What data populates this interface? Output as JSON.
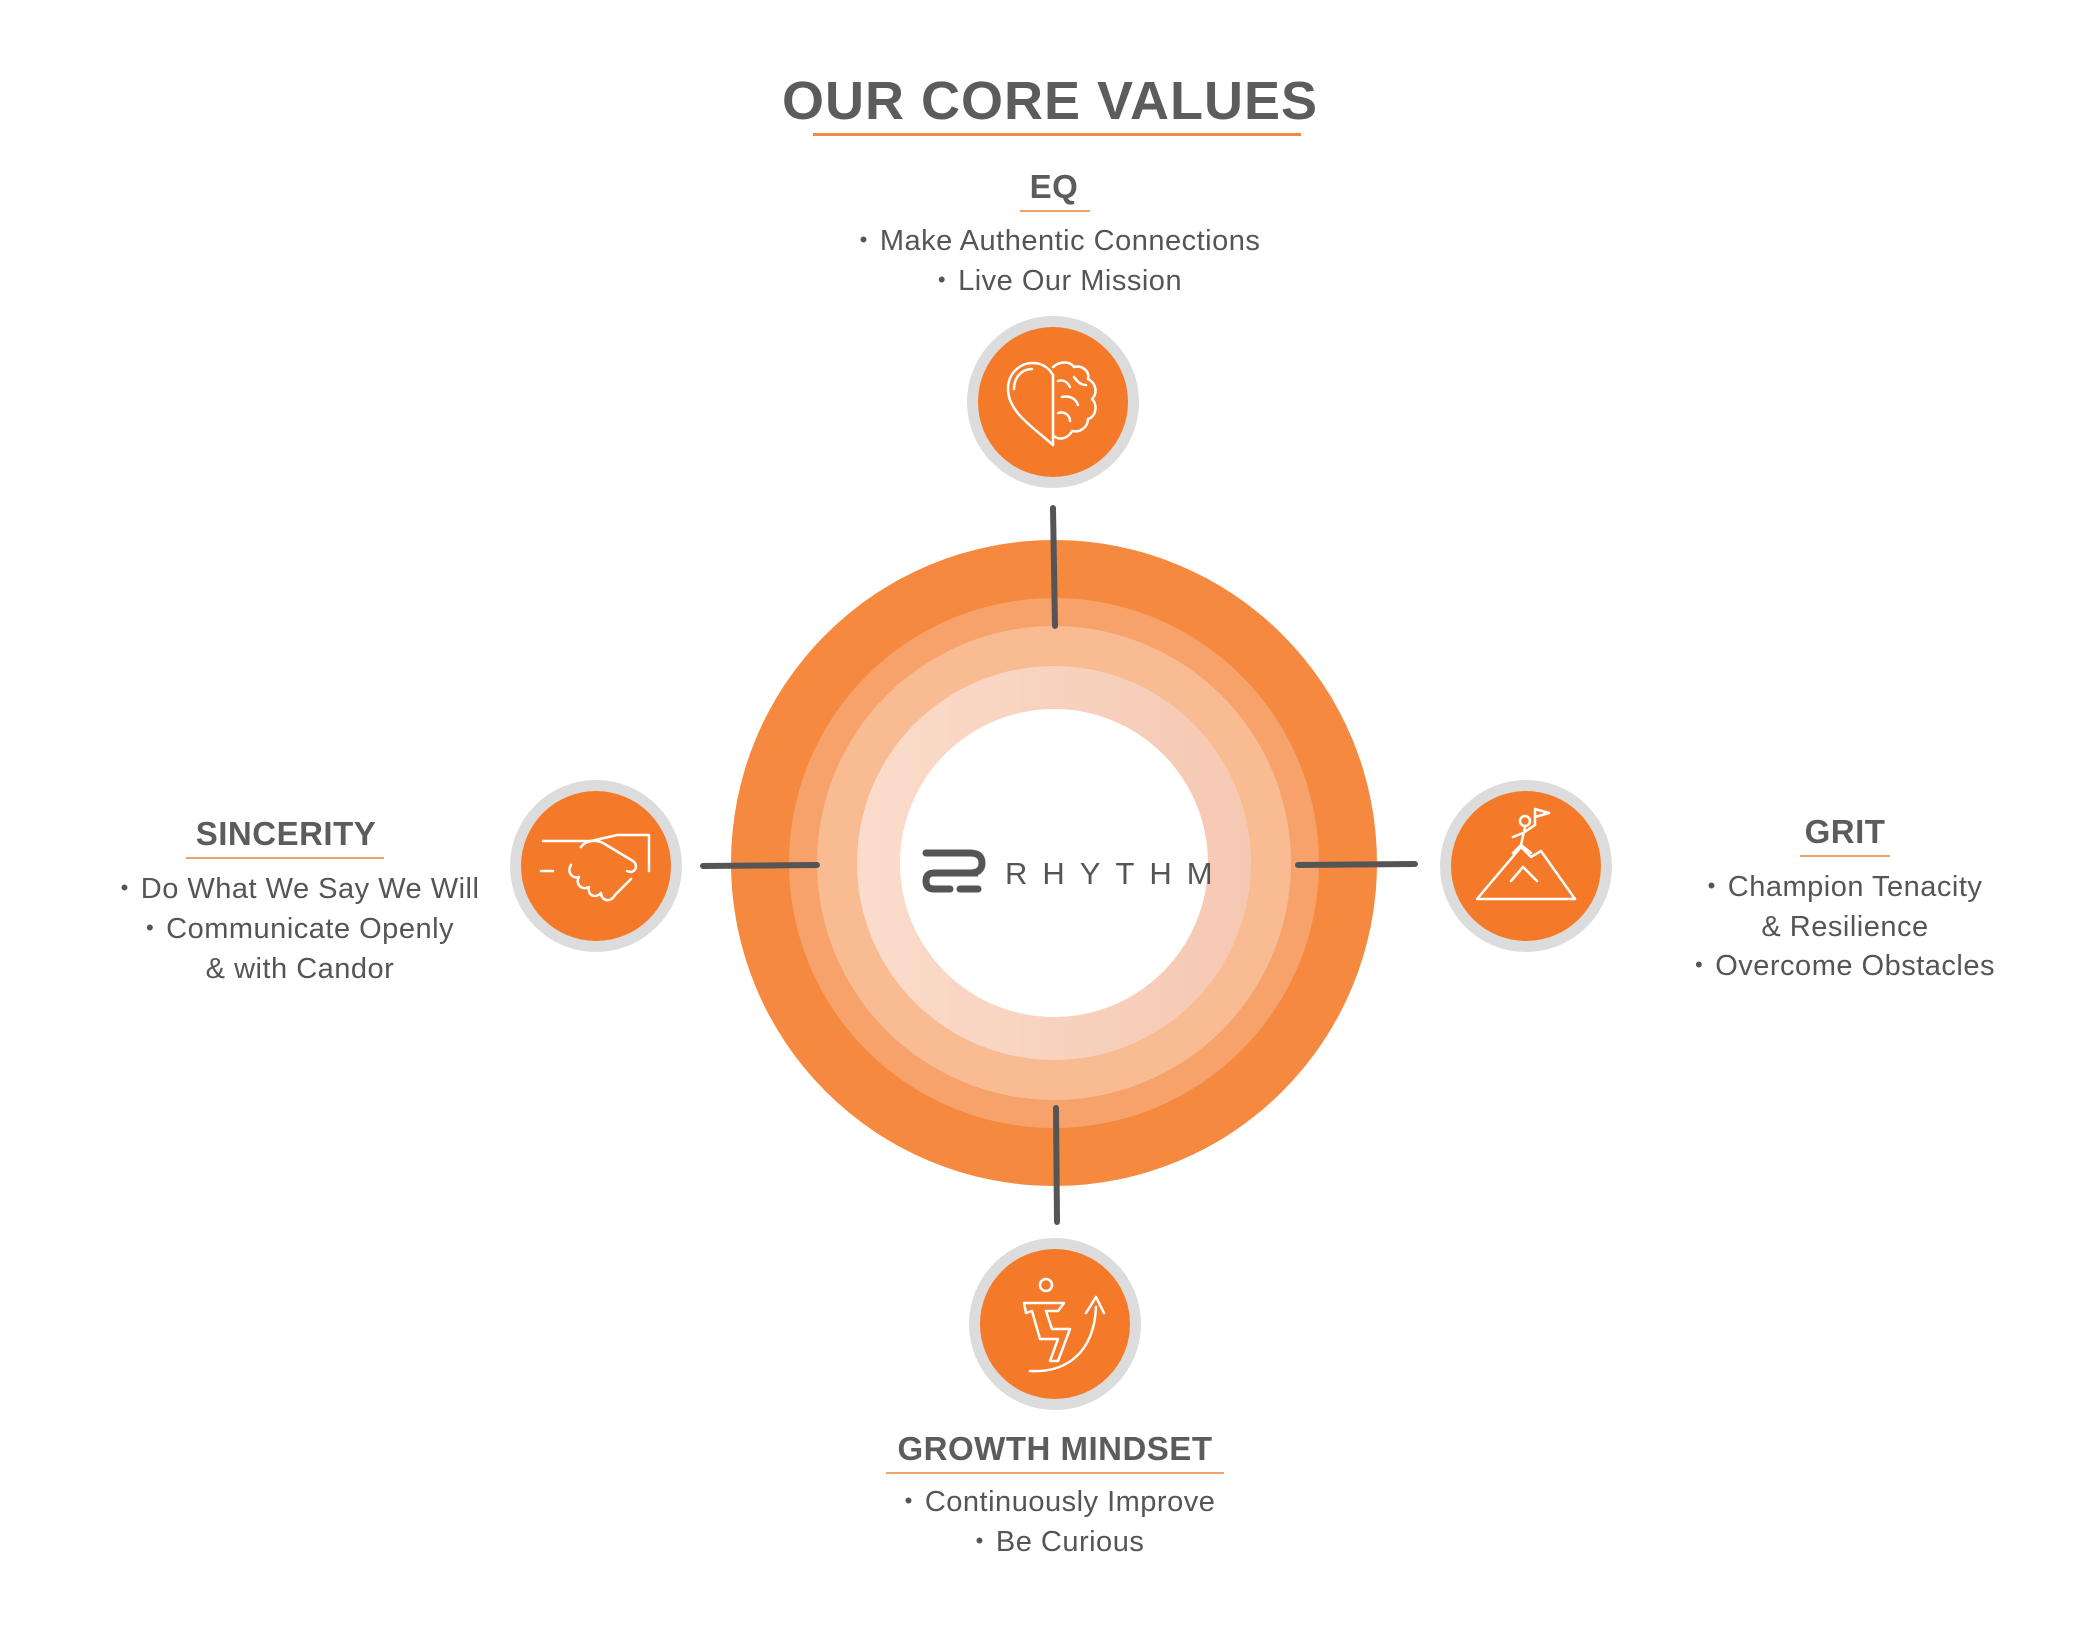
{
  "title": "OUR CORE VALUES",
  "logo": {
    "text": "RHYTHM"
  },
  "colors": {
    "accent": "#f47a2a",
    "ring_outer": "#f4893f",
    "ring_mid": "#f6a26a",
    "ring_inner": "#f9c09a",
    "ring_core": "#f9d6c4",
    "connector": "#555555",
    "text": "#555555"
  },
  "values": {
    "eq": {
      "heading": "EQ",
      "icon": "heart-brain-icon",
      "bullets": [
        "Make Authentic Connections",
        "Live Our Mission"
      ]
    },
    "sincerity": {
      "heading": "SINCERITY",
      "icon": "handshake-icon",
      "bullets": [
        "Do What We Say We Will",
        "Communicate Openly",
        "& with Candor"
      ]
    },
    "grit": {
      "heading": "GRIT",
      "icon": "mountain-climber-icon",
      "bullets": [
        "Champion Tenacity",
        "& Resilience",
        "Overcome Obstacles"
      ]
    },
    "growth": {
      "heading": "GROWTH MINDSET",
      "icon": "growth-stairs-icon",
      "bullets": [
        "Continuously Improve",
        "Be Curious"
      ]
    }
  }
}
